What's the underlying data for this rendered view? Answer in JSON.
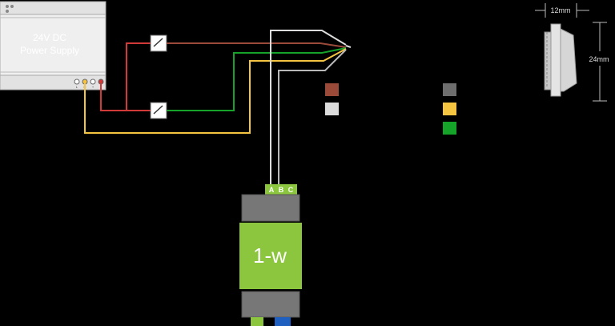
{
  "power_supply": {
    "line1": "24V DC",
    "line2": "Power Supply",
    "terminal_labels": [
      "L",
      "N",
      "+",
      "-"
    ]
  },
  "module": {
    "label": "1-w",
    "terminals": [
      "A",
      "B",
      "C"
    ]
  },
  "dimensions": {
    "width": "12mm",
    "height": "24mm"
  },
  "wire_colors": {
    "brown": "#9b4a3a",
    "white": "#dcdcdc",
    "grey": "#6e6e6e",
    "yellow": "#f5c542",
    "green": "#15a32a",
    "red": "#d23a3a"
  },
  "legend_colors": [
    "brown",
    "white",
    "grey",
    "yellow",
    "green"
  ],
  "module_color": "#8cc63f"
}
